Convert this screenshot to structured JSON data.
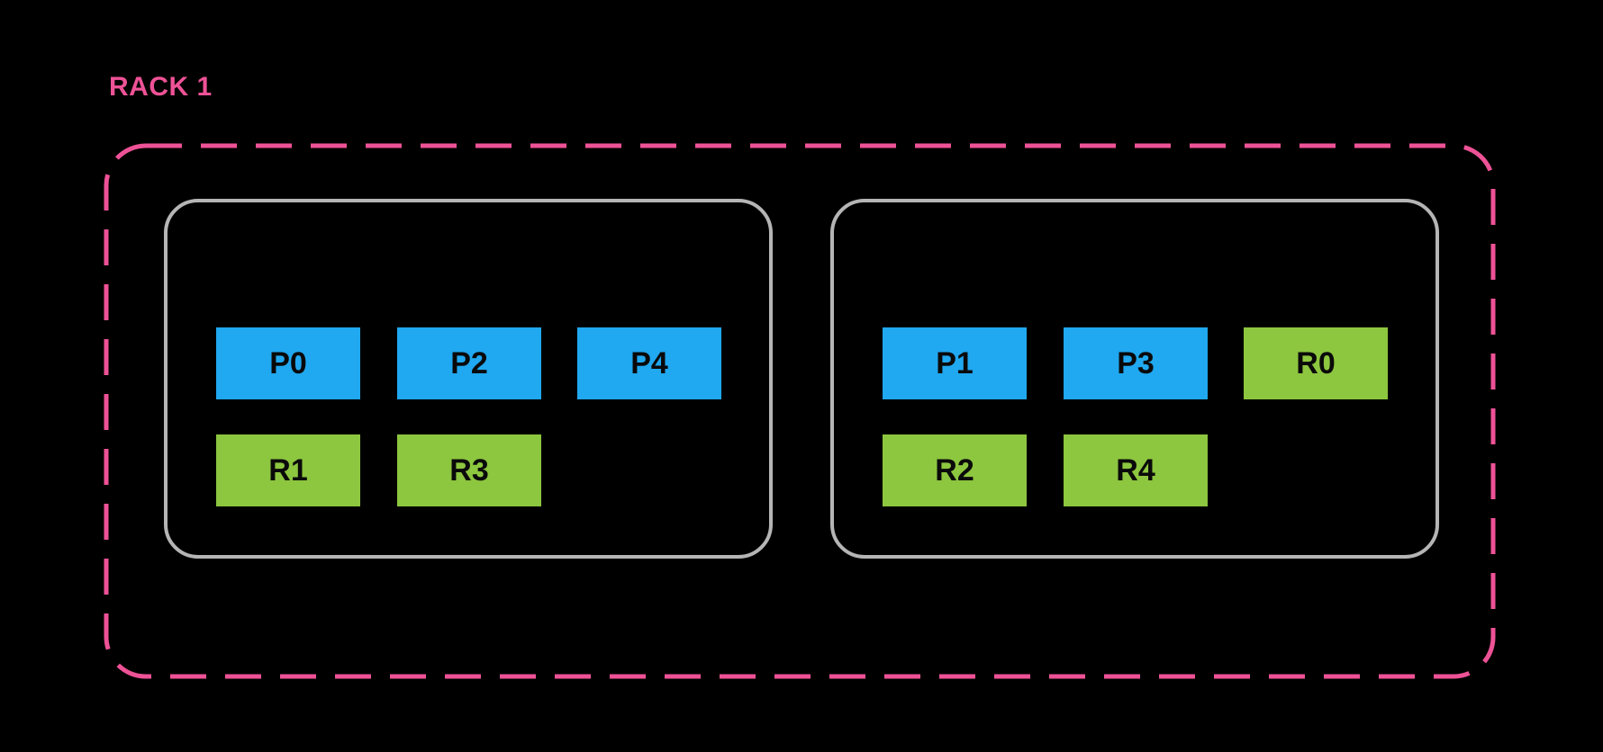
{
  "colors": {
    "background": "#000000",
    "rack_border": "#EE5296",
    "rack_label": "#EE5296",
    "node_border": "#B5B5B5",
    "primary_fill": "#20A8F0",
    "replica_fill": "#8DC63F",
    "slot_text": "#0A0A0A"
  },
  "rack": {
    "label": "RACK 1",
    "nodes": [
      {
        "slots": [
          {
            "label": "P0",
            "type": "primary"
          },
          {
            "label": "P2",
            "type": "primary"
          },
          {
            "label": "P4",
            "type": "primary"
          },
          {
            "label": "R1",
            "type": "replica"
          },
          {
            "label": "R3",
            "type": "replica"
          }
        ]
      },
      {
        "slots": [
          {
            "label": "P1",
            "type": "primary"
          },
          {
            "label": "P3",
            "type": "primary"
          },
          {
            "label": "R0",
            "type": "replica"
          },
          {
            "label": "R2",
            "type": "replica"
          },
          {
            "label": "R4",
            "type": "replica"
          }
        ]
      }
    ]
  }
}
